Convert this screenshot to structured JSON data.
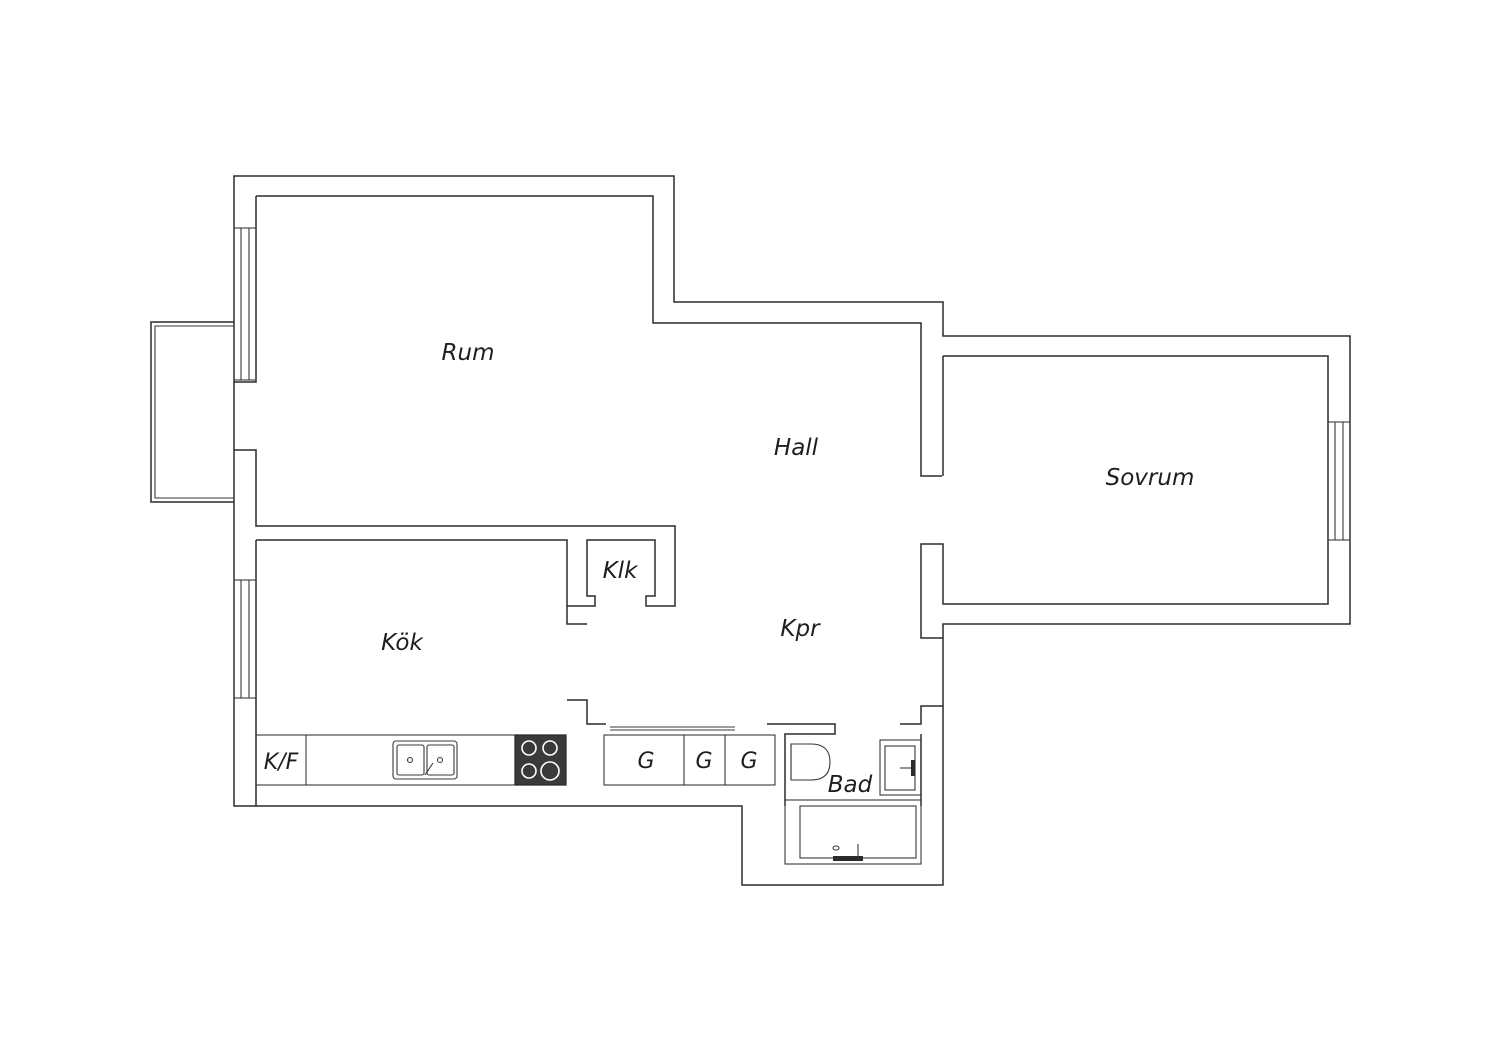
{
  "rooms": {
    "rum": "Rum",
    "hall": "Hall",
    "sovrum": "Sovrum",
    "klk": "Klk",
    "kok": "Kök",
    "kpr": "Kpr",
    "bad": "Bad"
  },
  "fixtures": {
    "kf": "K/F",
    "g1": "G",
    "g2": "G",
    "g3": "G"
  },
  "colors": {
    "wall": "#2b2b2b",
    "stove": "#3a3a3a"
  }
}
